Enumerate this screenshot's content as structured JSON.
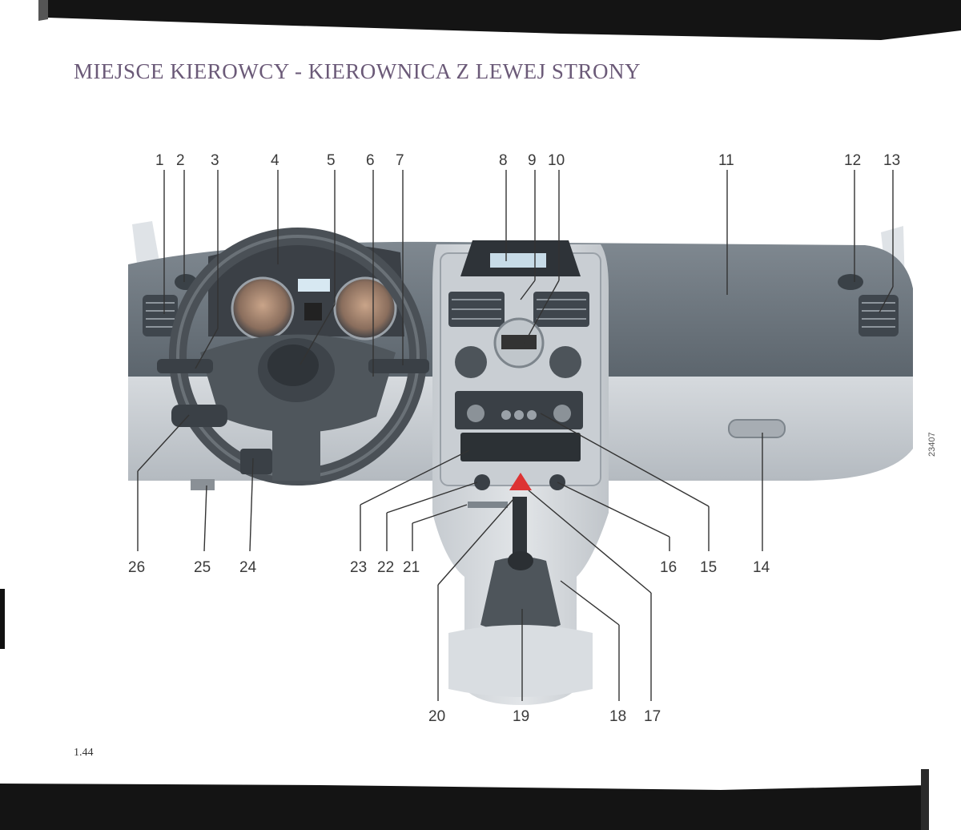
{
  "page": {
    "title": "MIEJSCE KIEROWCY - KIEROWNICA Z LEWEJ STRONY",
    "page_number": "1.44",
    "figure_ref": "23407"
  },
  "callouts": [
    {
      "id": "1",
      "label": "1"
    },
    {
      "id": "2",
      "label": "2"
    },
    {
      "id": "3",
      "label": "3"
    },
    {
      "id": "4",
      "label": "4"
    },
    {
      "id": "5",
      "label": "5"
    },
    {
      "id": "6",
      "label": "6"
    },
    {
      "id": "7",
      "label": "7"
    },
    {
      "id": "8",
      "label": "8"
    },
    {
      "id": "9",
      "label": "9"
    },
    {
      "id": "10",
      "label": "10"
    },
    {
      "id": "11",
      "label": "11"
    },
    {
      "id": "12",
      "label": "12"
    },
    {
      "id": "13",
      "label": "13"
    },
    {
      "id": "14",
      "label": "14"
    },
    {
      "id": "15",
      "label": "15"
    },
    {
      "id": "16",
      "label": "16"
    },
    {
      "id": "17",
      "label": "17"
    },
    {
      "id": "18",
      "label": "18"
    },
    {
      "id": "19",
      "label": "19"
    },
    {
      "id": "20",
      "label": "20"
    },
    {
      "id": "21",
      "label": "21"
    },
    {
      "id": "22",
      "label": "22"
    },
    {
      "id": "23",
      "label": "23"
    },
    {
      "id": "24",
      "label": "24"
    },
    {
      "id": "25",
      "label": "25"
    },
    {
      "id": "26",
      "label": "26"
    }
  ]
}
